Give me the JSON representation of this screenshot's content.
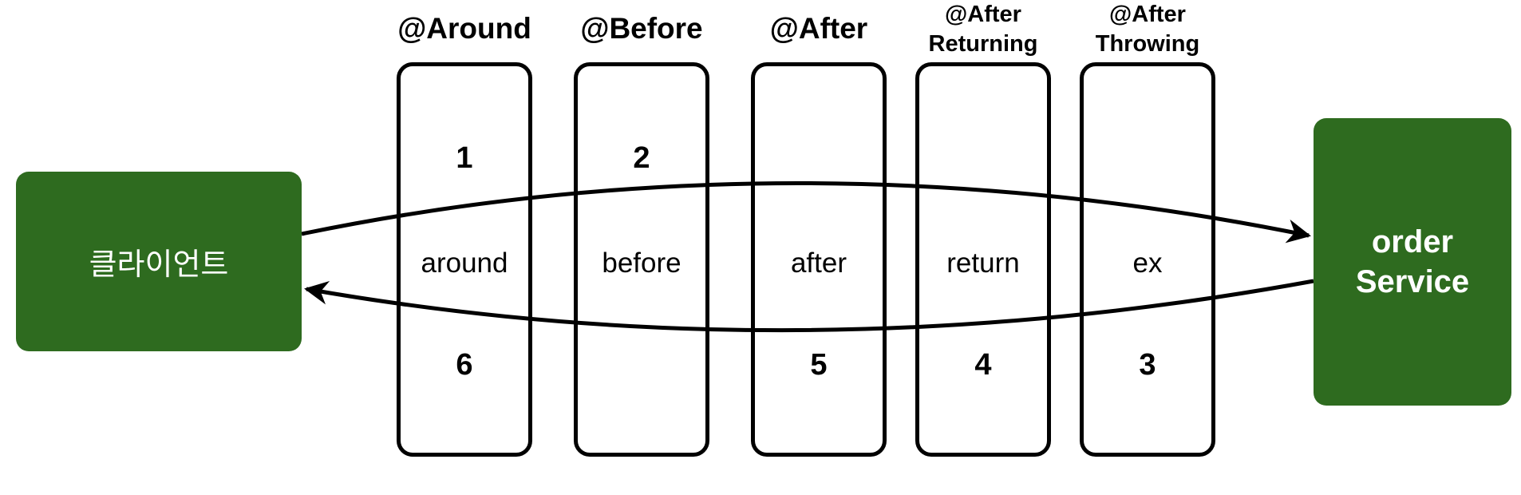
{
  "client": {
    "label": "클라이언트"
  },
  "service": {
    "line1": "order",
    "line2": "Service"
  },
  "advices": [
    {
      "title": [
        "@Around"
      ],
      "label": "around",
      "in_order": "1",
      "out_order": "6"
    },
    {
      "title": [
        "@Before"
      ],
      "label": "before",
      "in_order": "2",
      "out_order": ""
    },
    {
      "title": [
        "@After"
      ],
      "label": "after",
      "in_order": "",
      "out_order": "5"
    },
    {
      "title": [
        "@After",
        "Returning"
      ],
      "label": "return",
      "in_order": "",
      "out_order": "4"
    },
    {
      "title": [
        "@After",
        "Throwing"
      ],
      "label": "ex",
      "in_order": "",
      "out_order": "3"
    }
  ],
  "colors": {
    "box_fill": "#2e6b1f",
    "box_text": "#ffffff",
    "stroke": "#000000"
  }
}
